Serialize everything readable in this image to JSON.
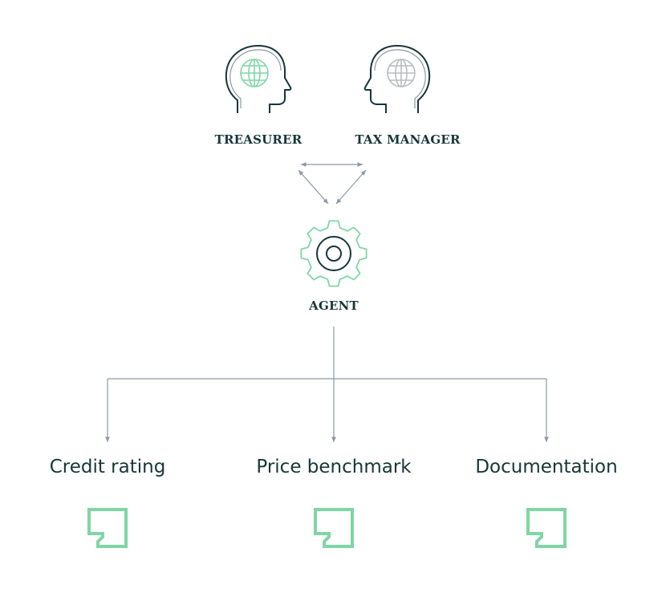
{
  "roles": [
    {
      "id": "treasurer",
      "label": "TREASURER",
      "icon": "head-globe-icon",
      "globe_color": "#7fd6a4"
    },
    {
      "id": "tax-manager",
      "label": "TAX MANAGER",
      "icon": "head-globe-icon",
      "globe_color": "#b8bdbf"
    }
  ],
  "agent": {
    "label": "AGENT",
    "icon": "gear-icon"
  },
  "outputs": [
    {
      "id": "credit-rating",
      "label": "Credit rating",
      "icon": "document-icon"
    },
    {
      "id": "price-benchmark",
      "label": "Price benchmark",
      "icon": "document-icon"
    },
    {
      "id": "documentation",
      "label": "Documentation",
      "icon": "document-icon"
    }
  ],
  "colors": {
    "text": "#16363a",
    "outline": "#16363a",
    "accent_green": "#7fd6a4",
    "connector": "#8b99a6"
  }
}
